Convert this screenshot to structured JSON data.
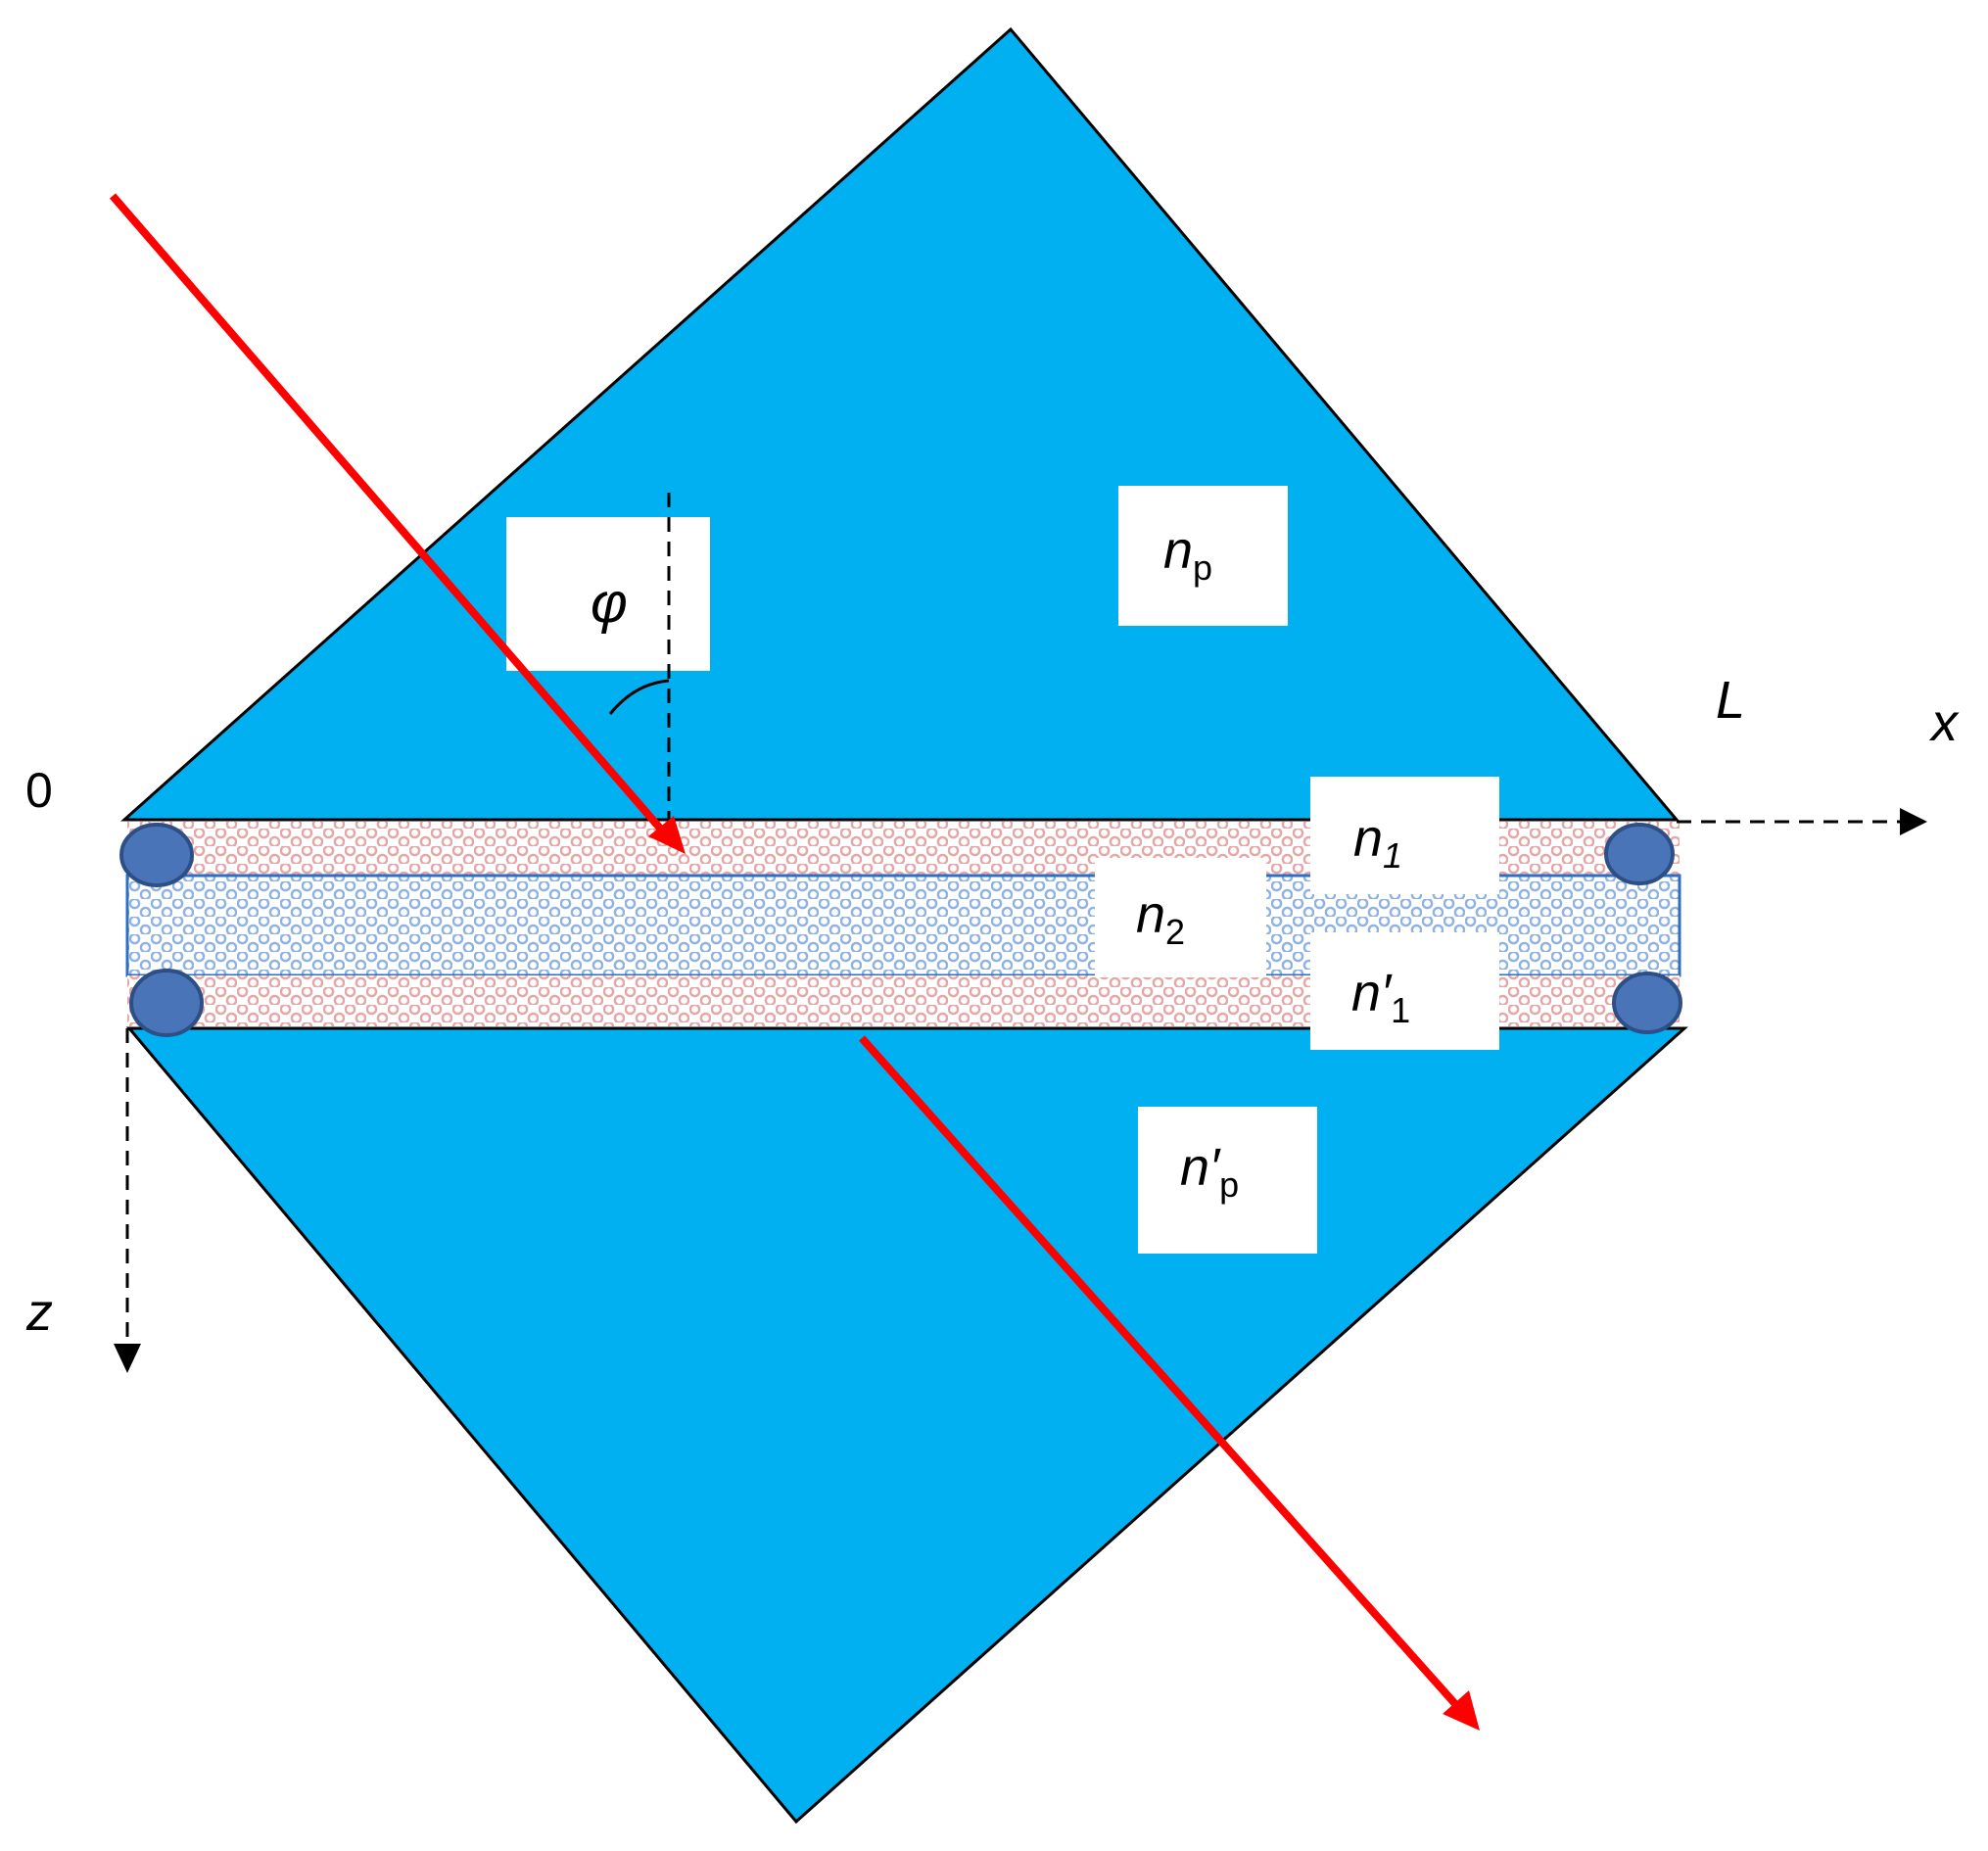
{
  "colors": {
    "prism_fill": "#00b0f0",
    "outline": "#000000",
    "ray": "#ff0000",
    "layer_n1_dots": "#e6a6a6",
    "layer_n2_dots": "#8fb2e4",
    "layer_n2_border": "#2e6fc4",
    "seal": "#4a74b8",
    "label_box": "#ffffff"
  },
  "labels": {
    "origin": "0",
    "axis_x": "x",
    "axis_z": "z",
    "length": "L",
    "angle": "φ",
    "np": {
      "base": "n",
      "sub": "p"
    },
    "n1": {
      "base": "n",
      "sub": "1"
    },
    "n2": {
      "base": "n",
      "sub": "2"
    },
    "n1_prime": {
      "base": "n′",
      "sub": "1"
    },
    "np_prime": {
      "base": "n′",
      "sub": "p"
    }
  }
}
